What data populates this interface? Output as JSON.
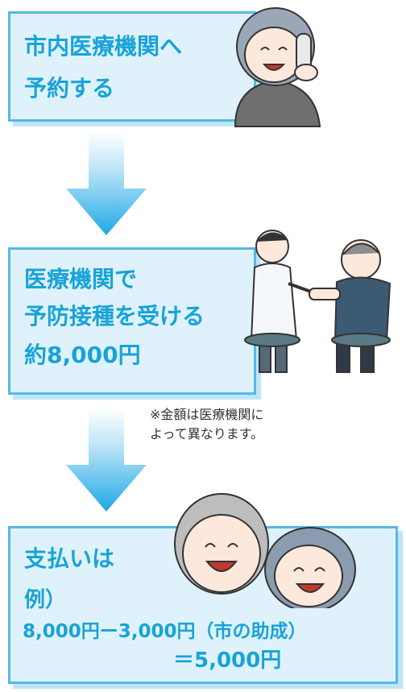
{
  "step1": {
    "line1": "市内医療機関へ",
    "line2": "予約する"
  },
  "step2": {
    "line1": "医療機関で",
    "line2": "予防接種を受ける",
    "line3": "約8,000円"
  },
  "note": {
    "line1": "※金額は医療機関に",
    "line2": "よって異なります。"
  },
  "step3": {
    "line1": "支払いは",
    "line2": "例）",
    "line3": "8,000円ー3,000円（市の助成）",
    "line4": "＝5,000円"
  },
  "colors": {
    "text": "#17a3d8",
    "box_bg": "#dff2fb",
    "box_border": "#55b9e6",
    "arrow": "#1ea8e6"
  },
  "icons": [
    "phone-call-elderly-woman-illustration",
    "doctor-vaccination-illustration",
    "happy-elderly-couple-illustration",
    "down-arrow-icon"
  ]
}
